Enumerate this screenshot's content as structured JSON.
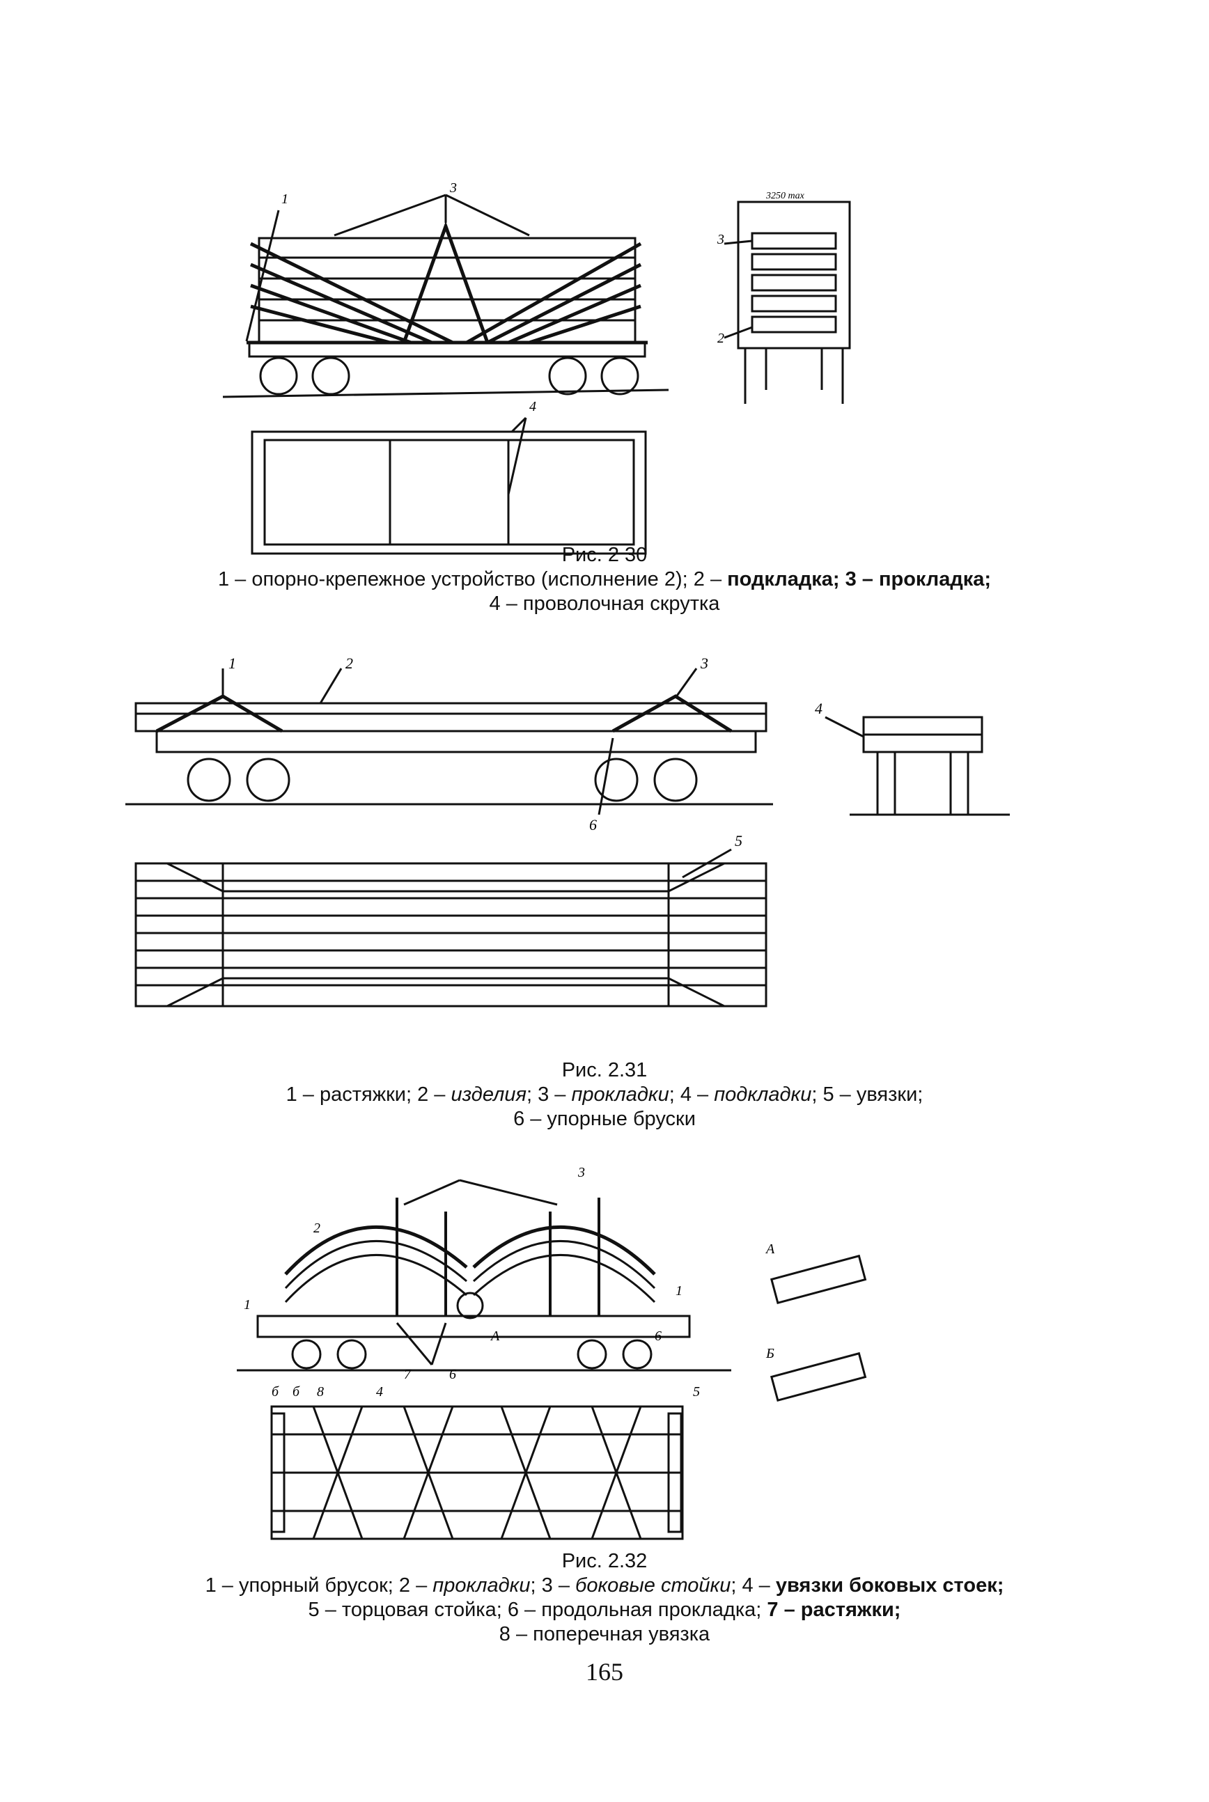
{
  "fig230": {
    "title": "Рис. 2 30",
    "line1_a": "1 – опорно-крепежное устройство (исполнение 2); 2 – ",
    "line1_b": "подкладка; 3 – прокладка;",
    "line2": "4 – проволочная скрутка",
    "callouts": [
      "1",
      "3",
      "4",
      "3",
      "2"
    ],
    "dimension": "3250 max"
  },
  "fig231": {
    "title": "Рис. 2.31",
    "line1_a": "1 – растяжки; 2 – ",
    "line1_b": "изделия",
    "line1_c": "; 3 – ",
    "line1_d": "прокладки",
    "line1_e": "; 4 – ",
    "line1_f": "подкладки",
    "line1_g": "; 5 – увязки;",
    "line2": "6 – упорные бруски",
    "callouts": [
      "1",
      "2",
      "3",
      "4",
      "5",
      "6"
    ]
  },
  "fig232": {
    "title": "Рис. 2.32",
    "line1_a": "1 – упорный брусок; 2 – ",
    "line1_b": "прокладки",
    "line1_c": "; 3 – ",
    "line1_d": "боковые стойки",
    "line1_e": "; 4 – ",
    "line1_f": "увязки боковых стоек;",
    "line2_a": "5 – торцовая стойка; 6 – продольная прокладка; ",
    "line2_b": "7 – растяжки;",
    "line3": "8 – поперечная увязка",
    "callouts": [
      "1",
      "2",
      "3",
      "1",
      "А",
      "6",
      "7",
      "6",
      "б",
      "б",
      "8",
      "4",
      "5",
      "А",
      "Б"
    ]
  },
  "page_number": "165"
}
